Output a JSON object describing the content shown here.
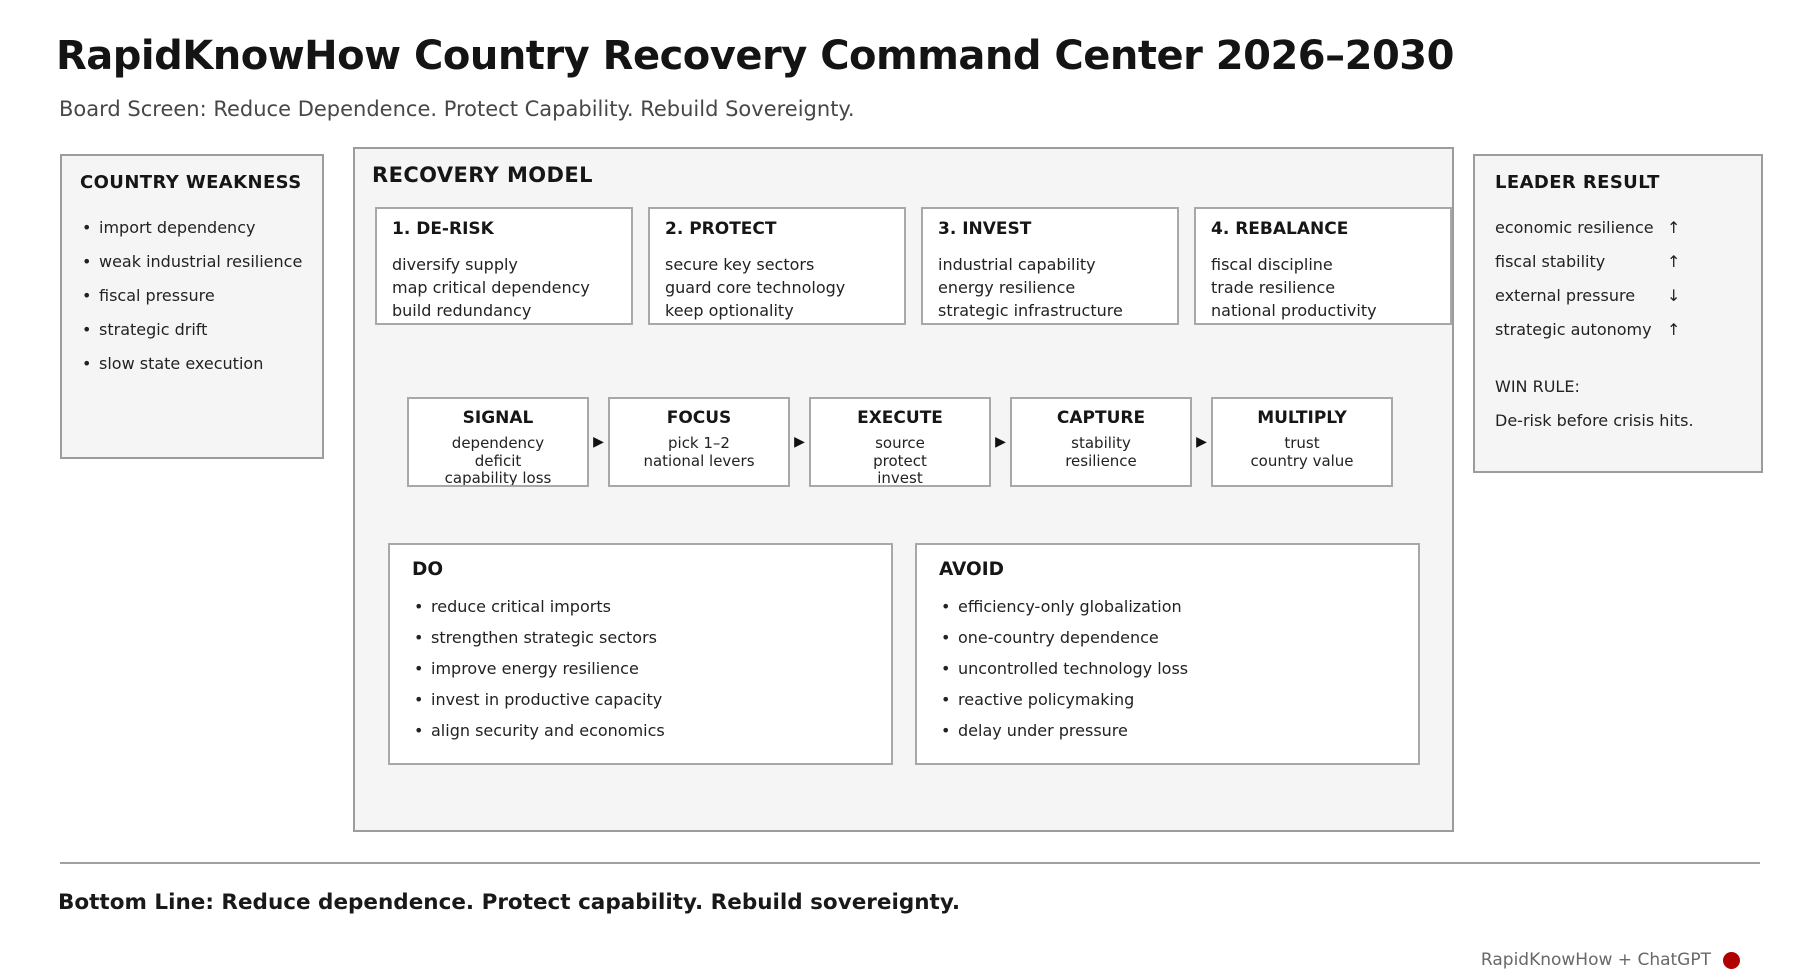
{
  "header": {
    "title": "RapidKnowHow Country Recovery Command Center 2026–2030",
    "subtitle": "Board Screen: Reduce Dependence. Protect Capability. Rebuild Sovereignty."
  },
  "country_weakness": {
    "title": "COUNTRY WEAKNESS",
    "items": [
      "import dependency",
      "weak industrial resilience",
      "fiscal pressure",
      "strategic drift",
      "slow state execution"
    ]
  },
  "recovery_model": {
    "title": "RECOVERY MODEL",
    "phases": [
      {
        "title": "1. DE-RISK",
        "lines": [
          "diversify supply",
          "map critical dependency",
          "build redundancy"
        ]
      },
      {
        "title": "2. PROTECT",
        "lines": [
          "secure key sectors",
          "guard core technology",
          "keep optionality"
        ]
      },
      {
        "title": "3. INVEST",
        "lines": [
          "industrial capability",
          "energy resilience",
          "strategic infrastructure"
        ]
      },
      {
        "title": "4. REBALANCE",
        "lines": [
          "fiscal discipline",
          "trade resilience",
          "national productivity"
        ]
      }
    ],
    "flow_arrow": "▶",
    "flow": [
      {
        "title": "SIGNAL",
        "lines": [
          "dependency",
          "deficit",
          "capability loss"
        ]
      },
      {
        "title": "FOCUS",
        "lines": [
          "pick 1–2",
          "national levers",
          ""
        ]
      },
      {
        "title": "EXECUTE",
        "lines": [
          "source",
          "protect",
          "invest"
        ]
      },
      {
        "title": "CAPTURE",
        "lines": [
          "stability",
          "resilience",
          ""
        ]
      },
      {
        "title": "MULTIPLY",
        "lines": [
          "trust",
          "country value",
          ""
        ]
      }
    ],
    "do": {
      "title": "DO",
      "items": [
        "reduce critical imports",
        "strengthen strategic sectors",
        "improve energy resilience",
        "invest in productive capacity",
        "align security and economics"
      ]
    },
    "avoid": {
      "title": "AVOID",
      "items": [
        "efficiency-only globalization",
        "one-country dependence",
        "uncontrolled technology loss",
        "reactive policymaking",
        "delay under pressure"
      ]
    }
  },
  "leader_result": {
    "title": "LEADER RESULT",
    "items": [
      {
        "label": "economic resilience",
        "arrow": "↑"
      },
      {
        "label": "fiscal stability",
        "arrow": "↑"
      },
      {
        "label": "external pressure",
        "arrow": "↓"
      },
      {
        "label": "strategic autonomy",
        "arrow": "↑"
      }
    ],
    "win_rule_label": "WIN RULE:",
    "win_rule_text": "De-risk before crisis hits."
  },
  "bottom_line": "Bottom Line: Reduce dependence. Protect capability. Rebuild sovereignty.",
  "footer": {
    "credit": "RapidKnowHow + ChatGPT",
    "dot_color": "#b00000"
  }
}
